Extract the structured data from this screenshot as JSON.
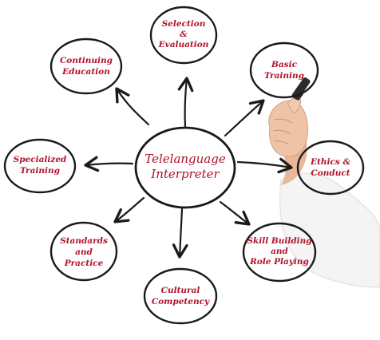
{
  "diagram": {
    "center": {
      "lines": [
        "Telelanguage",
        "Interpreter"
      ]
    },
    "nodes": [
      {
        "id": "selection",
        "lines": [
          "Selection",
          "&",
          "Evaluation"
        ]
      },
      {
        "id": "basic",
        "lines": [
          "Basic",
          "Training"
        ]
      },
      {
        "id": "ethics",
        "lines": [
          "Ethics &",
          "Conduct"
        ]
      },
      {
        "id": "skill",
        "lines": [
          "Skill Building",
          "and",
          "Role Playing"
        ]
      },
      {
        "id": "cultural",
        "lines": [
          "Cultural",
          "Competency"
        ]
      },
      {
        "id": "standards",
        "lines": [
          "Standards",
          "and",
          "Practice"
        ]
      },
      {
        "id": "specialized",
        "lines": [
          "Specialized",
          "Training"
        ]
      },
      {
        "id": "continuing",
        "lines": [
          "Continuing",
          "Education"
        ]
      }
    ]
  },
  "colors": {
    "label": "#b0122a",
    "ink": "#1a1a1a",
    "marker": "#222222",
    "skin": "#e8b79a",
    "sleeve": "#f4f4f4"
  }
}
